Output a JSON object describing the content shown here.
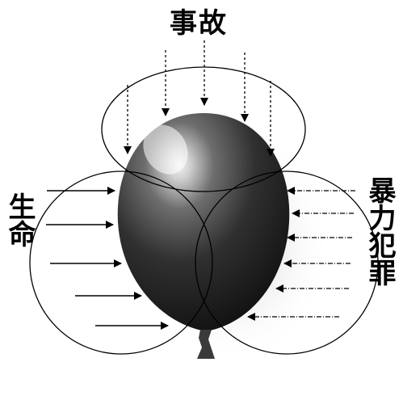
{
  "labels": {
    "top": "事故",
    "left": "生命",
    "right": "暴力犯罪"
  },
  "colors": {
    "outline": "#000000",
    "background": "#ffffff",
    "balloon_dark": "#1a1a1a",
    "balloon_mid": "#555555",
    "balloon_highlight": "#f2f2f2"
  }
}
